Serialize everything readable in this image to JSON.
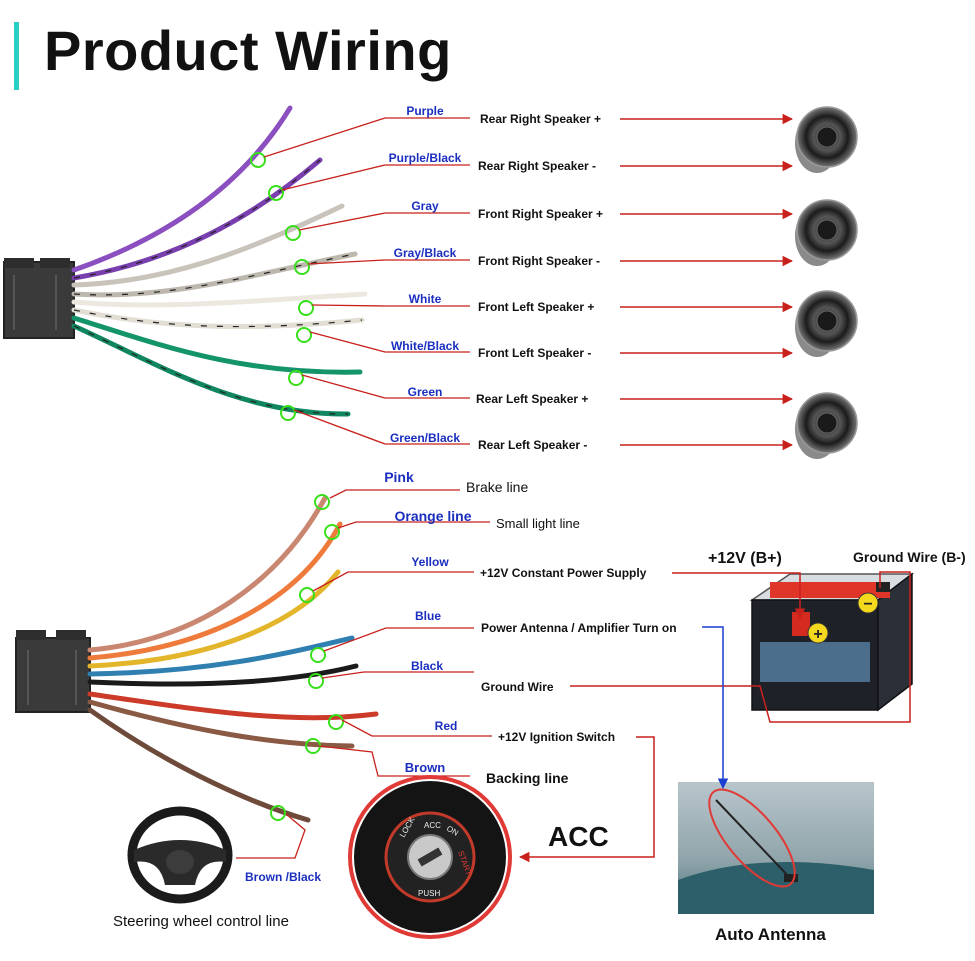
{
  "title": "Product Wiring",
  "colors": {
    "accent": "#27cfc4",
    "leader": "#c8211c",
    "wire_label": "#1a2fbf",
    "highlight": "#37e01a"
  },
  "speaker_wires": [
    {
      "color_name": "Purple",
      "function": "Rear Right Speaker +",
      "wire": "#8b4fbf",
      "stripe": false
    },
    {
      "color_name": "Purple/Black",
      "function": "Rear Right Speaker -",
      "wire": "#7a3fae",
      "stripe": true
    },
    {
      "color_name": "Gray",
      "function": "Front Right Speaker +",
      "wire": "#c9c4bb",
      "stripe": false
    },
    {
      "color_name": "Gray/Black",
      "function": "Front Right Speaker -",
      "wire": "#bdb8ad",
      "stripe": true
    },
    {
      "color_name": "White",
      "function": "Front Left Speaker +",
      "wire": "#ece8df",
      "stripe": false
    },
    {
      "color_name": "White/Black",
      "function": "Front Left Speaker -",
      "wire": "#e2ded4",
      "stripe": true
    },
    {
      "color_name": "Green",
      "function": "Rear Left Speaker +",
      "wire": "#14946a",
      "stripe": false
    },
    {
      "color_name": "Green/Black",
      "function": "Rear Left Speaker -",
      "wire": "#0f8660",
      "stripe": true
    }
  ],
  "power_wires": [
    {
      "color_name": "Pink",
      "function": "Brake line",
      "wire": "#c98670"
    },
    {
      "color_name": "Orange line",
      "function": "Small light line",
      "wire": "#ee7b3c"
    },
    {
      "color_name": "Yellow",
      "function": "+12V Constant Power Supply",
      "wire": "#e3b52a"
    },
    {
      "color_name": "Blue",
      "function": "Power Antenna / Amplifier Turn on",
      "wire": "#2f7fb0"
    },
    {
      "color_name": "Black",
      "function": "Ground Wire",
      "wire": "#1a1a1a"
    },
    {
      "color_name": "Red",
      "function": "+12V  Ignition Switch",
      "wire": "#cc3a2a"
    },
    {
      "color_name": "Brown",
      "function": "Backing line",
      "wire": "#8a5a44"
    },
    {
      "color_name": "Brown /Black",
      "function": "Steering wheel control line",
      "wire": "#6e4a3a"
    }
  ],
  "battery": {
    "positive_label": "+12V  (B+)",
    "negative_label": "Ground Wire (B-)"
  },
  "acc_label": "ACC",
  "antenna_label": "Auto Antenna",
  "ignition_words": [
    "LOCK",
    "ACC",
    "ON",
    "START",
    "PUSH"
  ]
}
